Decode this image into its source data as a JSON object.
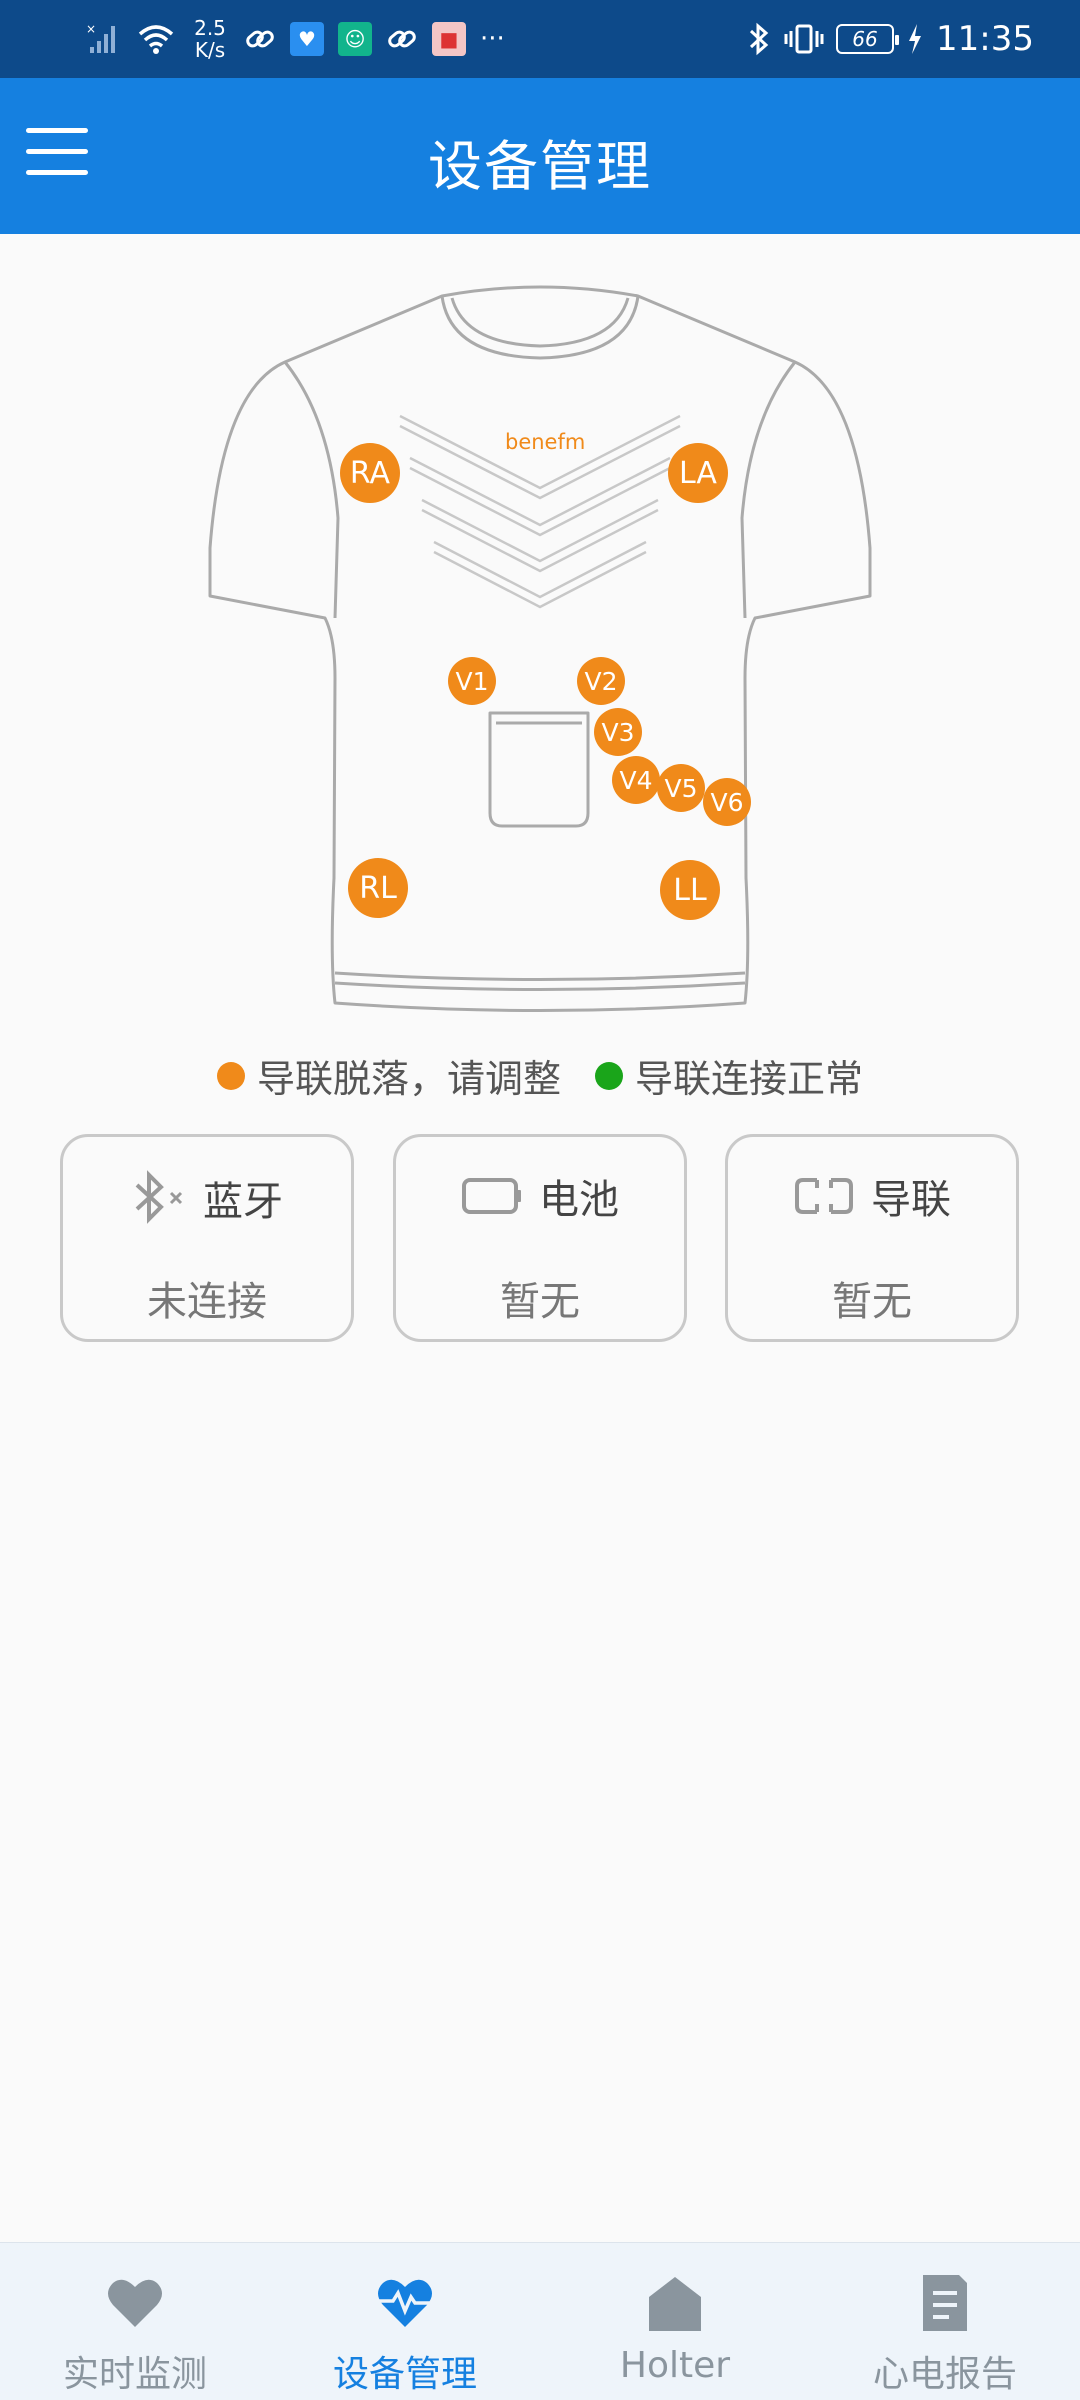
{
  "status_bar": {
    "net_speed_value": "2.5",
    "net_speed_unit": "K/s",
    "battery": "66",
    "time": "11:35",
    "more": "···"
  },
  "app_bar": {
    "title": "设备管理"
  },
  "shirt": {
    "brand": "benefm",
    "leads": [
      "RA",
      "LA",
      "V1",
      "V2",
      "V3",
      "V4",
      "V5",
      "V6",
      "RL",
      "LL"
    ]
  },
  "legend": {
    "off_label": "导联脱落，请调整",
    "ok_label": "导联连接正常",
    "off_color": "#f08a1a",
    "ok_color": "#1aa51a"
  },
  "cards": [
    {
      "icon": "bluetooth-off-icon",
      "title": "蓝牙",
      "value": "未连接"
    },
    {
      "icon": "battery-icon",
      "title": "电池",
      "value": "暂无"
    },
    {
      "icon": "lead-icon",
      "title": "导联",
      "value": "暂无"
    }
  ],
  "bottom_nav": [
    {
      "icon": "heart-icon",
      "label": "实时监测",
      "active": false
    },
    {
      "icon": "heart-pulse-icon",
      "label": "设备管理",
      "active": true
    },
    {
      "icon": "home-icon",
      "label": "Holter",
      "active": false
    },
    {
      "icon": "report-icon",
      "label": "心电报告",
      "active": false
    }
  ],
  "colors": {
    "primary": "#1580e0",
    "status_bar": "#0d4a8a",
    "lead_orange": "#f08a1a"
  }
}
